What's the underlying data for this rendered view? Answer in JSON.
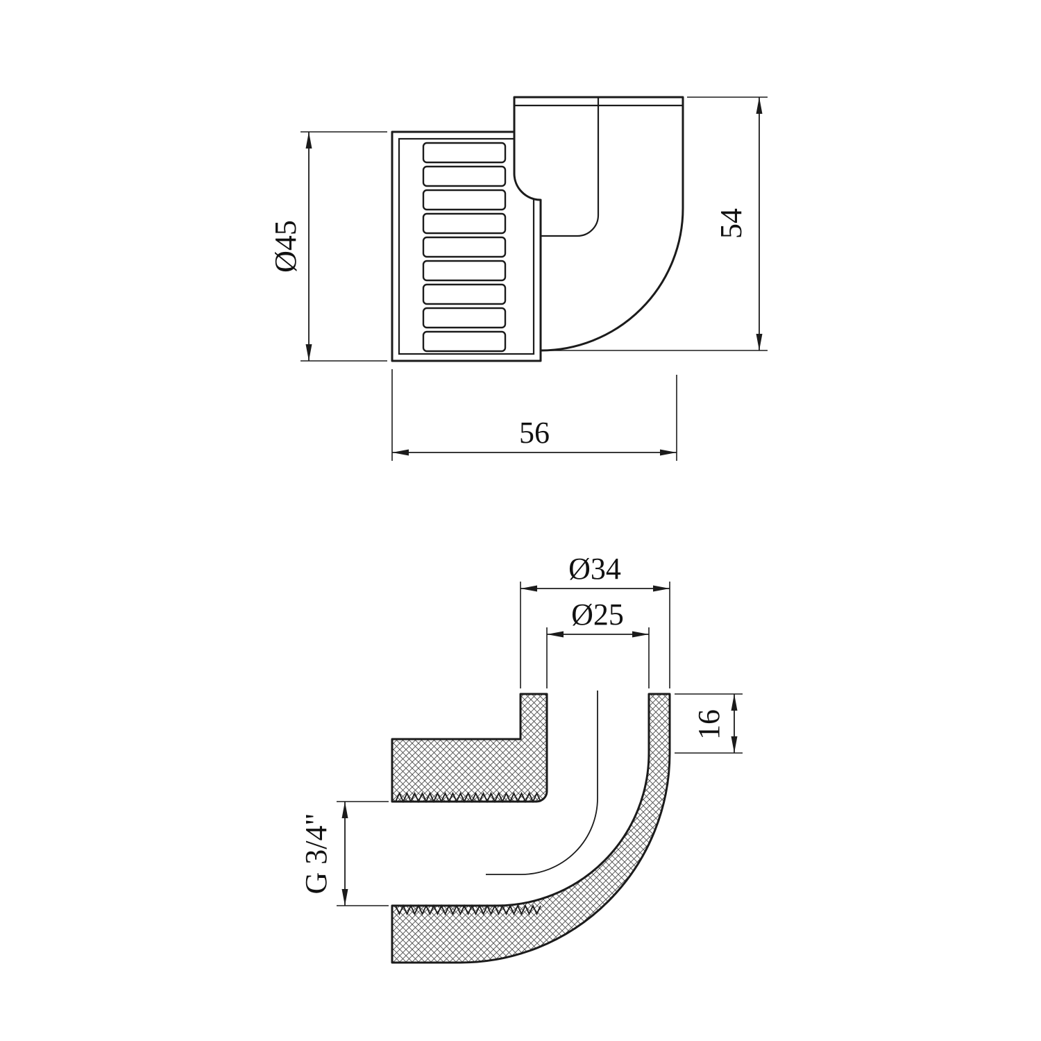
{
  "page": {
    "background_color": "#ffffff",
    "line_color": "#1b1b1b"
  },
  "drawing": {
    "description": "Two-view dimensioned technical drawing of a 90-degree pipe elbow fitting with ribbed threaded socket",
    "views": {
      "external": {
        "name": "external-side-view",
        "dimensions": {
          "socket_outer_diameter": "Ø45",
          "overall_height": "54",
          "overall_width": "56"
        }
      },
      "section": {
        "name": "cross-section-view",
        "dimensions": {
          "port_outer_diameter": "Ø34",
          "port_inner_diameter": "Ø25",
          "socket_depth": "16",
          "thread_size": "G 3/4\""
        }
      }
    }
  }
}
